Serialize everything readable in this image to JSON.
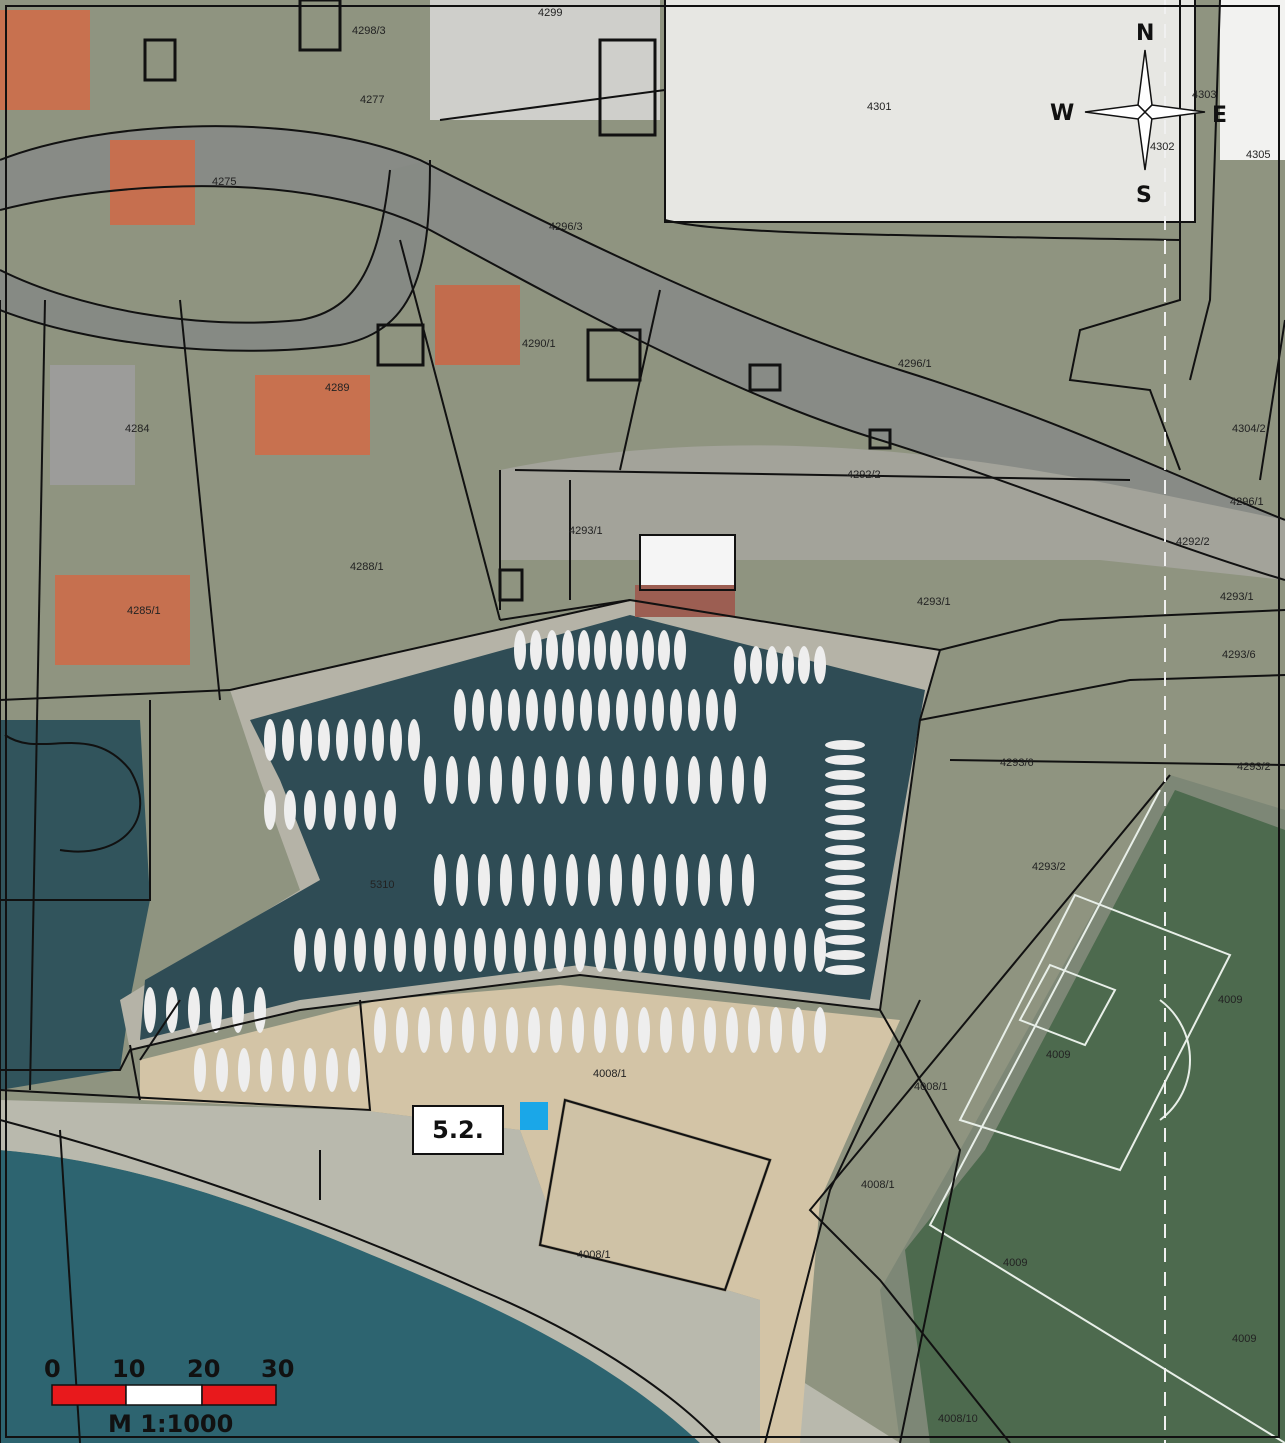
{
  "map": {
    "parcel_labels": [
      "4301",
      "4277",
      "4275",
      "4296/3",
      "4305",
      "4296/1",
      "4290/1",
      "4289",
      "4284",
      "4304/2",
      "4292/2",
      "4292/2",
      "4296/1",
      "4293/1",
      "4288/1",
      "4285/1",
      "4293/1",
      "4293/1",
      "4293/6",
      "4293/6",
      "4293/2",
      "4293/2",
      "5310",
      "4009",
      "4009",
      "4008/1",
      "4008/1",
      "4008/1",
      "4008/1",
      "4009",
      "4009",
      "4008/10",
      "4299",
      "4298/3",
      "4303",
      "4302"
    ],
    "compass": {
      "north": "N",
      "south": "S",
      "east": "E",
      "west": "W"
    },
    "scale_bar": {
      "ticks": [
        "0",
        "10",
        "20",
        "30"
      ],
      "label": "M 1:1000",
      "colors": [
        "#e8191c",
        "#ffffff",
        "#e8191c"
      ]
    },
    "callout": {
      "label": "5.2.",
      "marker_color": "#1aa7e8"
    },
    "colors": {
      "sea": "#2f5f6b",
      "harbor_water": "#34505a",
      "land": "#9a9a82",
      "roof": "#c8704f",
      "field": "#4f6a4e",
      "road": "#8a8a86",
      "beach": "#d8c9ad"
    }
  }
}
